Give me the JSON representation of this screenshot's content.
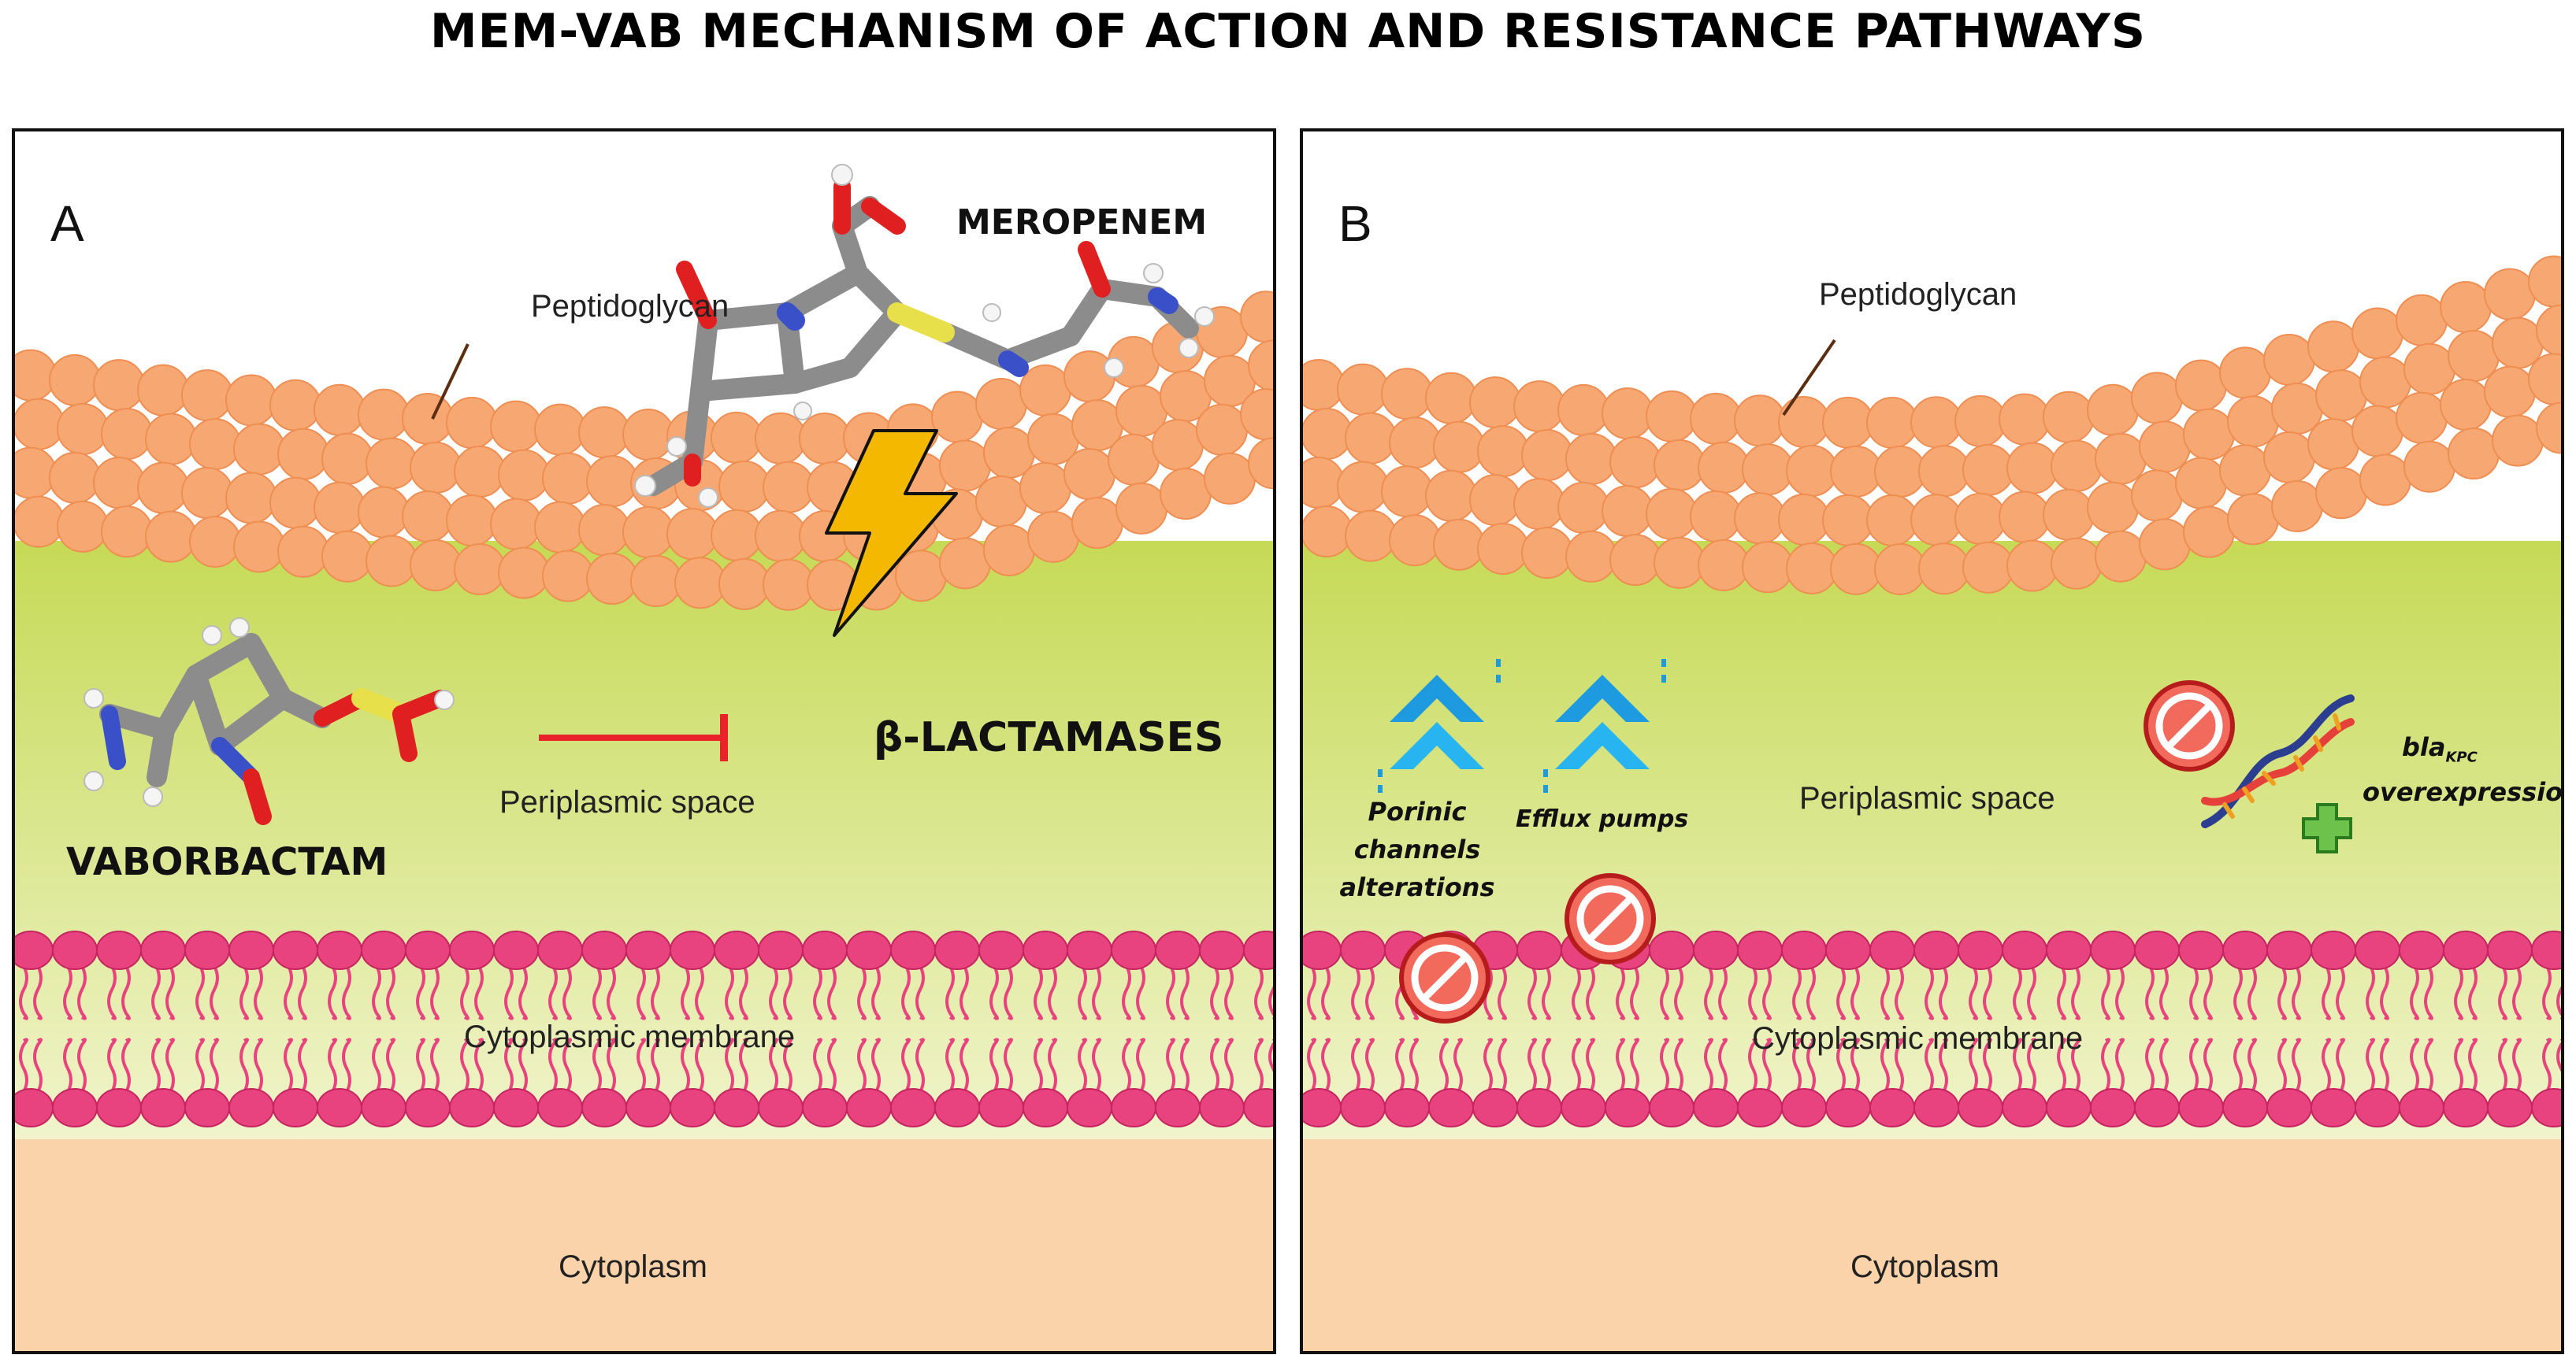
{
  "title": "MEM-VAB MECHANISM OF ACTION AND RESISTANCE PATHWAYS",
  "colors": {
    "peptidoglycan": "#f7a872",
    "periplasm_top": "#c9dd5a",
    "periplasm_bottom": "#eef2c4",
    "membrane": "#e8437e",
    "cytoplasm": "#fbd3aa",
    "inhibition": "#e8232a",
    "lightning": "#f5b800",
    "prohibition": "#e8433c",
    "arrow": "#1e9be0",
    "plus": "#4dbb3a"
  },
  "panel_a": {
    "letter": "A",
    "peptidoglycan": "Peptidoglycan",
    "meropenem": "MEROPENEM",
    "vaborbactam": "VABORBACTAM",
    "beta_lactamases": "β-LACTAMASES",
    "periplasmic_space": "Periplasmic space",
    "cytoplasmic_membrane": "Cytoplasmic membrane",
    "cytoplasm": "Cytoplasm"
  },
  "panel_b": {
    "letter": "B",
    "peptidoglycan": "Peptidoglycan",
    "porinic_line1": "Porinic",
    "porinic_line2": "channels",
    "porinic_line3": "alterations",
    "efflux_pumps": "Efflux pumps",
    "periplasmic_space": "Periplasmic space",
    "bla": "bla",
    "kpc": "KPC",
    "overexpression": "overexpression",
    "cytoplasmic_membrane": "Cytoplasmic membrane",
    "cytoplasm": "Cytoplasm"
  }
}
